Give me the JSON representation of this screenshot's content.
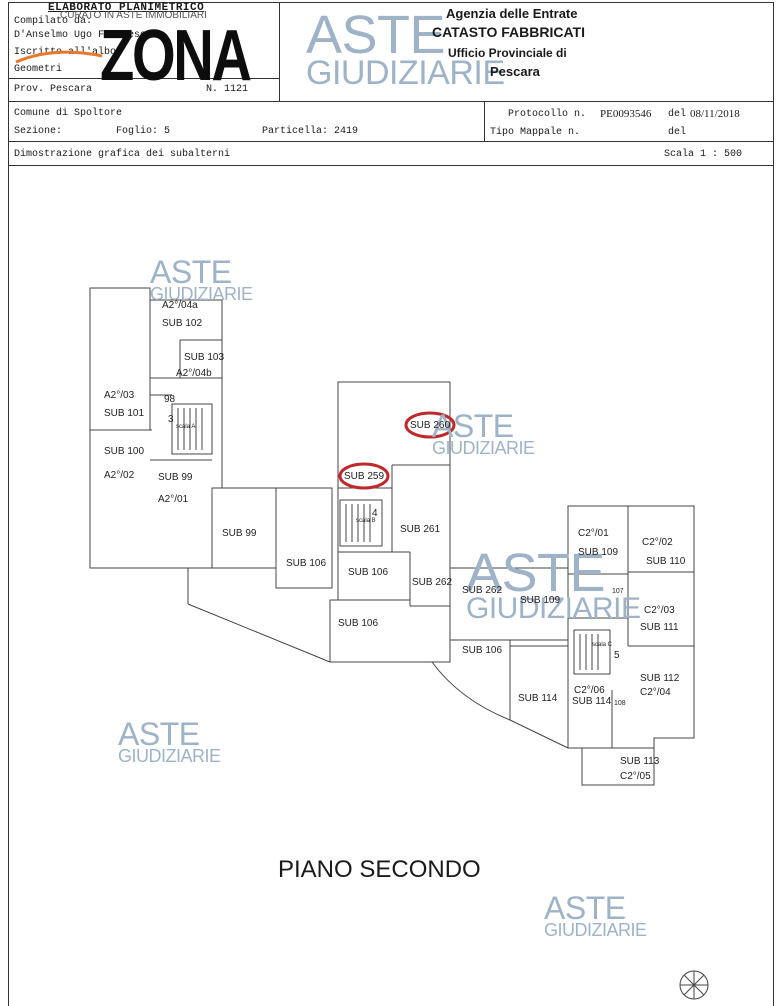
{
  "header_left": {
    "title": "ELABORATO PLANIMETRICO",
    "compiled_by_label": "Compilato da:",
    "overlay_text": "CURATO IN ASTE IMMOBILIARI",
    "author_name": "D'Anselmo Ugo Francesco",
    "register_label": "Iscritto all'albo:",
    "profession": "Geometri",
    "province": "Prov. Pescara",
    "number": "N. 1121"
  },
  "logo": {
    "text": "ZONA",
    "color": "#e8782a"
  },
  "watermark": {
    "line1": "ASTE",
    "line2": "GIUDIZIARIE",
    "color": "#9fb3c8"
  },
  "header_right": {
    "agency": "Agenzia delle Entrate",
    "office_type": "CATASTO FABBRICATI",
    "office": "Ufficio Provinciale di",
    "city": "Pescara"
  },
  "info": {
    "comune": "Comune di Spoltore",
    "sezione_label": "Sezione:",
    "foglio": "Foglio: 5",
    "particella": "Particella: 2419",
    "protocollo_label": "Protocollo n.",
    "protocollo_value": "PE0093546",
    "del1_label": "del",
    "del1_value": "08/11/2018",
    "tipo_label": "Tipo Mappale n.",
    "del2_label": "del",
    "description": "Dimostrazione grafica dei subalterni",
    "scale": "Scala 1 : 500"
  },
  "plan": {
    "floor_title": "PIANO SECONDO",
    "highlight_color": "#c0292b",
    "labels": {
      "a204a": "A2°/04a",
      "sub102": "SUB 102",
      "sub103": "SUB 103",
      "a204b": "A2°/04b",
      "a203": "A2°/03",
      "sub101": "SUB 101",
      "n98": "98",
      "n3": "3",
      "scalaA": "scala A",
      "sub100": "SUB 100",
      "a202": "A2°/02",
      "sub99a": "SUB 99",
      "a201": "A2°/01",
      "sub99b": "SUB 99",
      "sub106a": "SUB 106",
      "sub260": "SUB 260",
      "sub259": "SUB 259",
      "n4": "4",
      "scalaB": "scala B",
      "sub261": "SUB 261",
      "sub106b": "SUB 106",
      "sub262a": "SUB 262",
      "sub262b": "SUB 262",
      "sub106c": "SUB 106",
      "sub109a": "SUB 109",
      "sub106d": "SUB 106",
      "c201": "C2°/01",
      "sub109b": "SUB 109",
      "c202": "C2°/02",
      "sub110": "SUB 110",
      "n107": "107",
      "c203": "C2°/03",
      "sub111": "SUB 111",
      "scalaC": "scala C",
      "n5": "5",
      "sub112": "SUB 112",
      "c204": "C2°/04",
      "sub114a": "SUB 114",
      "c206": "C2°/06",
      "sub114b": "SUB 114",
      "n108": "108",
      "sub113": "SUB 113",
      "c205": "C2°/05"
    }
  }
}
